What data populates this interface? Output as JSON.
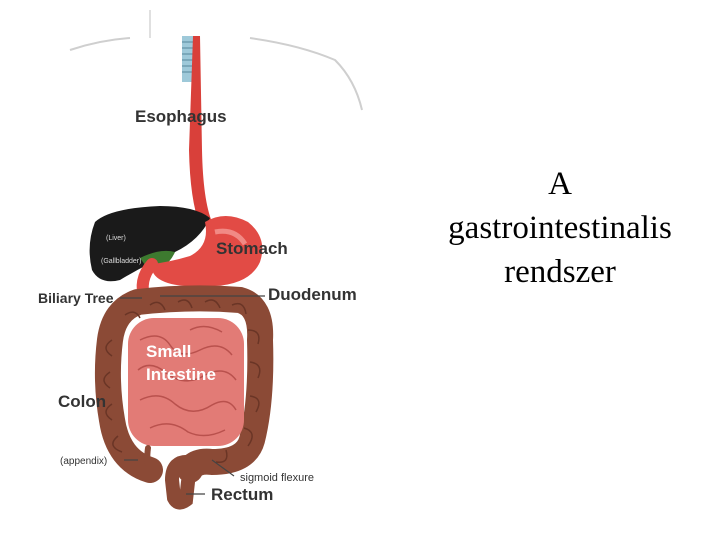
{
  "title_lines": [
    "A",
    "gastrointestinalis",
    "rendszer"
  ],
  "labels": {
    "esophagus": "Esophagus",
    "liver": "(Liver)",
    "gallbladder": "(Gallbladder)",
    "stomach": "Stomach",
    "biliary_tree": "Biliary Tree",
    "duodenum": "Duodenum",
    "small_intestine_1": "Small",
    "small_intestine_2": "Intestine",
    "colon": "Colon",
    "appendix": "(appendix)",
    "sigmoid_flexure": "sigmoid flexure",
    "rectum": "Rectum"
  },
  "colors": {
    "colon": "#8b4a36",
    "small_intestine": "#e27b76",
    "stomach": "#e24b45",
    "liver": "#1a1a1a",
    "label": "#333333"
  }
}
